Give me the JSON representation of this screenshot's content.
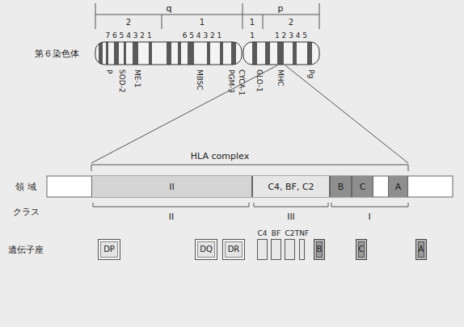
{
  "diagram": {
    "nodes": [
      {
        "text": [
          "II"
        ]
      },
      {
        "text": [
          "C4, BF, C2"
        ]
      },
      {
        "text": [
          "B"
        ]
      },
      {
        "text": [
          "C"
        ]
      },
      {
        "text": [
          "A"
        ]
      },
      {
        "text": [
          "DP"
        ]
      },
      {
        "text": [
          "DQ"
        ]
      },
      {
        "text": [
          "DR"
        ]
      },
      {
        "text": [
          "C4"
        ]
      },
      {
        "text": [
          "BF"
        ]
      },
      {
        "text": [
          "C2"
        ]
      },
      {
        "text": [
          "TNF"
        ]
      },
      {
        "text": [
          "B"
        ]
      },
      {
        "text": [
          "C"
        ]
      },
      {
        "text": [
          "A"
        ]
      }
    ],
    "labels": [
      "q",
      "p",
      "2",
      "1",
      "1",
      "2",
      "7 6 5 4 3 2 1",
      "6 5 4 3 2 1",
      "1",
      "1 2 3 4 5",
      "第６染色体",
      "P",
      "SOD-2",
      "ME-1",
      "MBSC",
      "PGM-3",
      "CYCA-1",
      "GLO-1",
      "MHC",
      "Pg",
      "HLA complex",
      "領 域",
      "クラス",
      "II",
      "III",
      "I",
      "遺伝子座"
    ]
  }
}
